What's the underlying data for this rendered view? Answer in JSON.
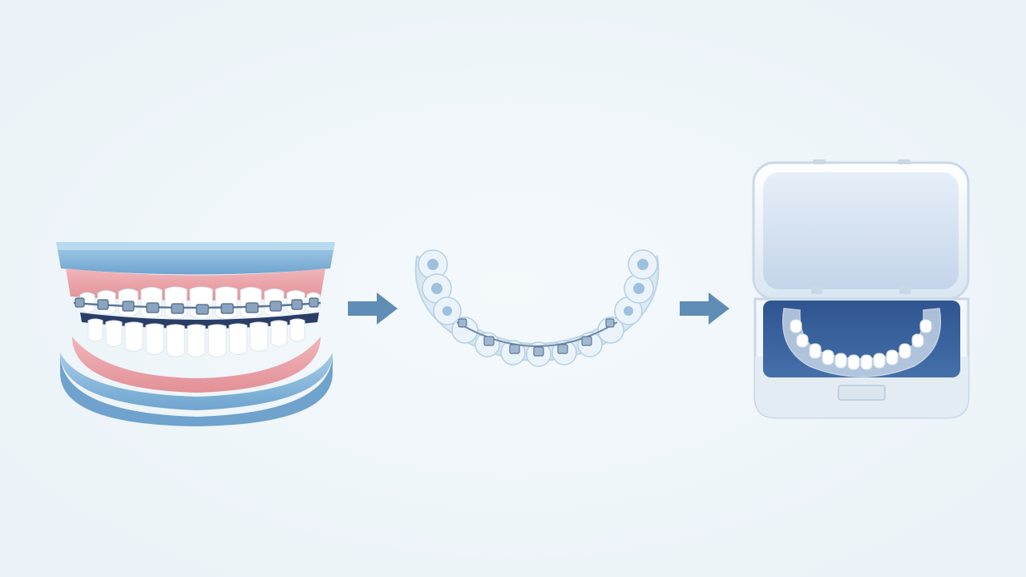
{
  "diagram": {
    "steps": [
      {
        "id": "braces",
        "icon": "dental-model-with-braces-icon"
      },
      {
        "id": "retainer",
        "icon": "clear-retainer-with-brackets-icon"
      },
      {
        "id": "case",
        "icon": "retainer-in-storage-case-icon"
      }
    ],
    "connectors": [
      {
        "from": "braces",
        "to": "retainer",
        "icon": "arrow-right-icon"
      },
      {
        "from": "retainer",
        "to": "case",
        "icon": "arrow-right-icon"
      }
    ]
  },
  "colors": {
    "background": "#eef5f9",
    "base_blue": "#8ab8dc",
    "gum_pink": "#e8a3a8",
    "tooth_white": "#ffffff",
    "wire_steel": "#6f8aa8",
    "arrow_blue": "#5f8db5",
    "case_shell": "#f3f6fa",
    "case_interior": "#3a5f98"
  }
}
